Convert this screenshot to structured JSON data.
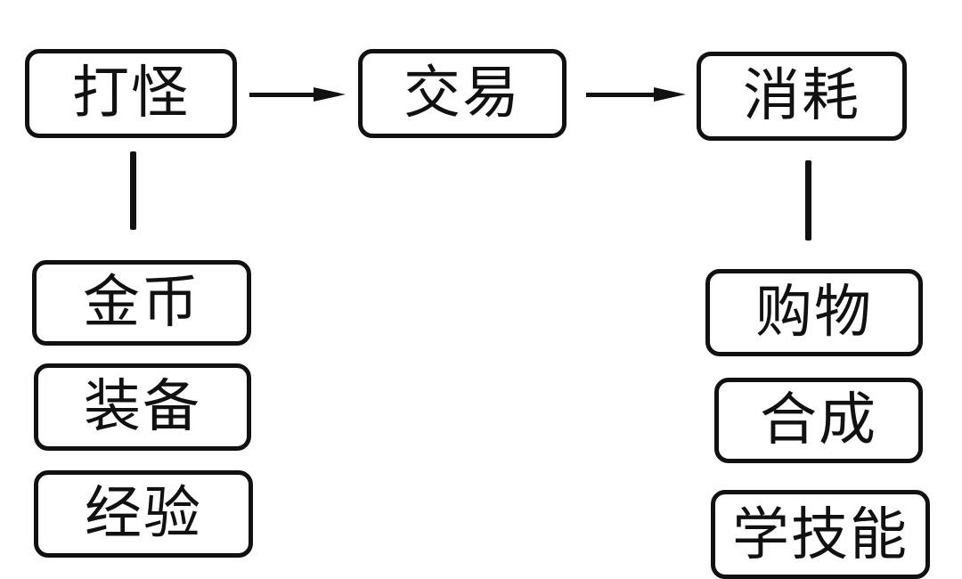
{
  "flow": {
    "step1": "打怪",
    "step2": "交易",
    "step3": "消耗"
  },
  "left_branch": {
    "items": [
      "金币",
      "装备",
      "经验"
    ]
  },
  "right_branch": {
    "items": [
      "购物",
      "合成",
      "学技能"
    ]
  },
  "colors": {
    "stroke": "#111111",
    "background": "#ffffff",
    "text": "#111111"
  }
}
